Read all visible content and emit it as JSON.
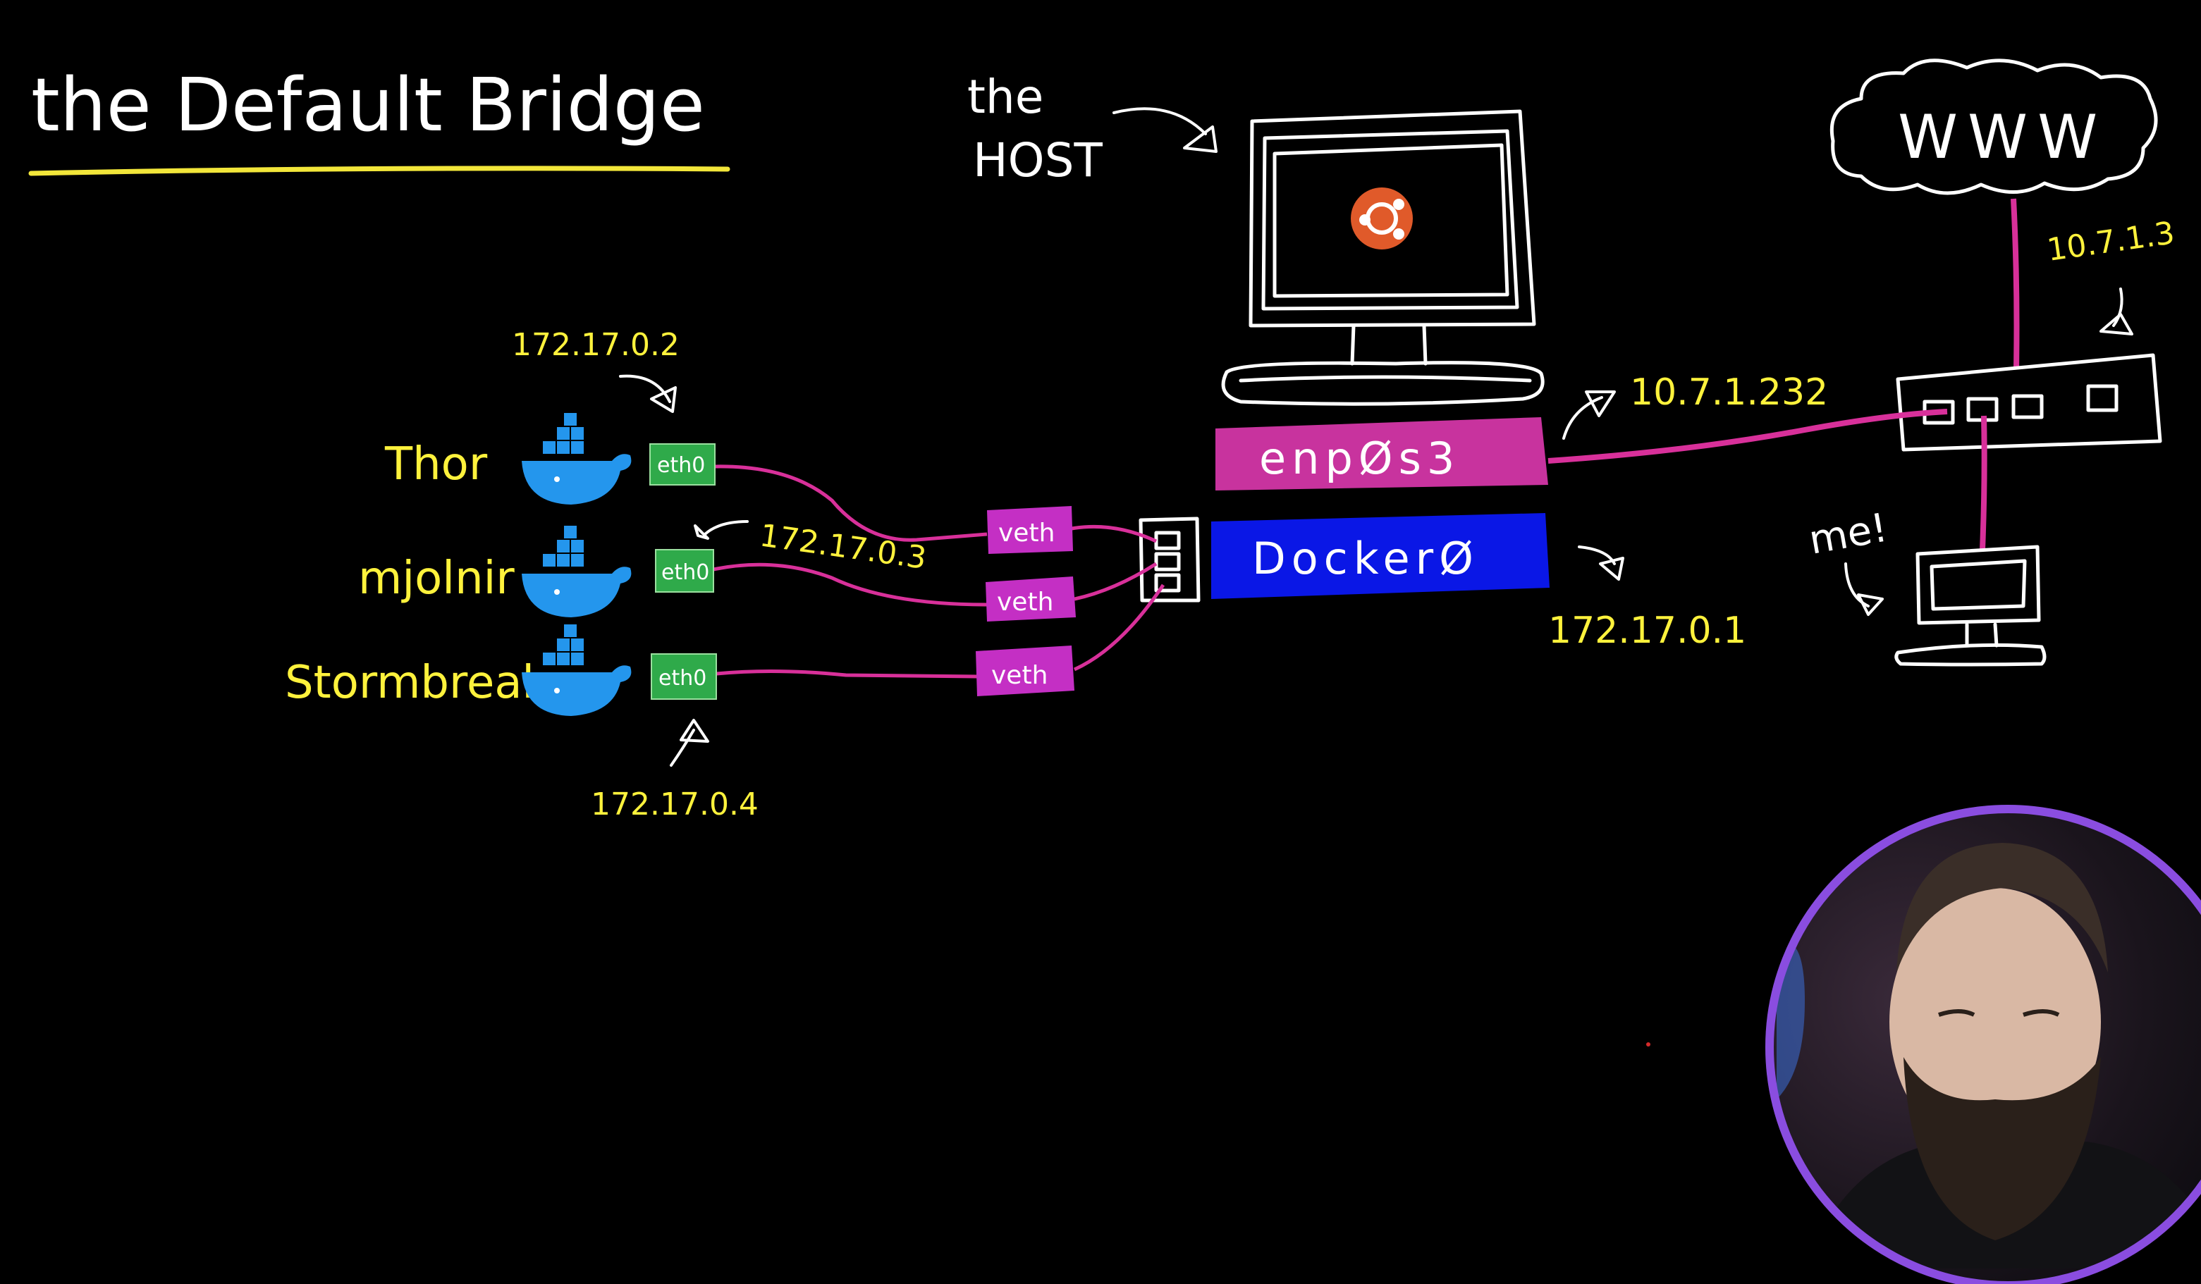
{
  "title": "the Default Bridge",
  "host_label_line1": "the",
  "host_label_line2": "HOST",
  "containers": [
    {
      "name": "Thor",
      "interface": "eth0",
      "ip": "172.17.0.2"
    },
    {
      "name": "mjolnir",
      "interface": "eth0",
      "ip": "172.17.0.3"
    },
    {
      "name": "Stormbreaker",
      "interface": "eth0",
      "ip": "172.17.0.4"
    }
  ],
  "veth_label": "veth",
  "host_interfaces": {
    "physical": {
      "label": "enpØs3",
      "ip": "10.7.1.232"
    },
    "bridge": {
      "label": "DockerØ",
      "ip": "172.17.0.1"
    }
  },
  "internet_label": "WWW",
  "router_ip": "10.7.1.3",
  "me_label": "me!",
  "colors": {
    "background": "#000000",
    "title_underline": "#f2e63a",
    "handwriting_yellow": "#fff23c",
    "wire_magenta": "#d8309a",
    "veth_box": "#c42fc4",
    "eth_box": "#2faa4a",
    "enp_bar": "#c8339e",
    "docker_bar": "#0a17e6",
    "ubuntu_logo": "#e05a2a",
    "docker_whale": "#2496ed",
    "webcam_ring": "#8a4de0"
  }
}
